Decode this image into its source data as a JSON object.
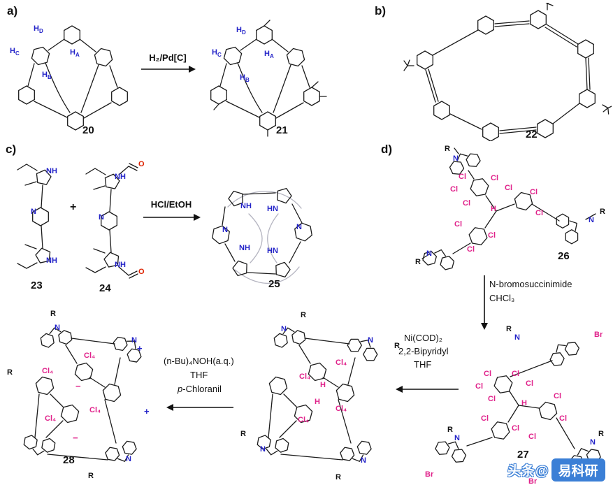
{
  "panels": {
    "a": {
      "label": "a)",
      "arrow_text": "H₂/Pd[C]",
      "compound_left_num": "20",
      "compound_right_num": "21"
    },
    "b": {
      "label": "b)",
      "compound_num": "22"
    },
    "c": {
      "label": "c)",
      "plus": "+",
      "arrow_text": "HCl/EtOH",
      "compound_left_num": "23",
      "compound_mid_num": "24",
      "compound_right_num": "25"
    },
    "d": {
      "label": "d)",
      "compound_26": "26",
      "step1_line1": "N-bromosuccinimide",
      "step1_line2": "CHCl₃",
      "compound_27": "27",
      "step2_line1": "Ni(COD)₂",
      "step2_line2": "2,2-Bipyridyl",
      "step2_line3": "THF",
      "step3_line1": "(n-Bu)₄NOH(a.q.)",
      "step3_line2": "THF",
      "step3_line3_italic": "p",
      "step3_line3_rest": "-Chloranil",
      "compound_28": "28"
    }
  },
  "tokens": {
    "h": "H",
    "sub_a": "A",
    "sub_b": "B",
    "sub_c": "C",
    "sub_d": "D",
    "nh": "NH",
    "hn": "HN",
    "n": "N",
    "r": "R",
    "cl": "Cl",
    "cl4": "Cl₄",
    "br": "Br",
    "o": "O",
    "plus": "+",
    "minus": "−"
  },
  "watermark": {
    "prefix": "头条@",
    "name": "易科研"
  },
  "colors": {
    "blue_label": "#2323c8",
    "magenta_label": "#e0218a",
    "red_label": "#dd2200",
    "watermark_bg": "#3b7fd6"
  }
}
